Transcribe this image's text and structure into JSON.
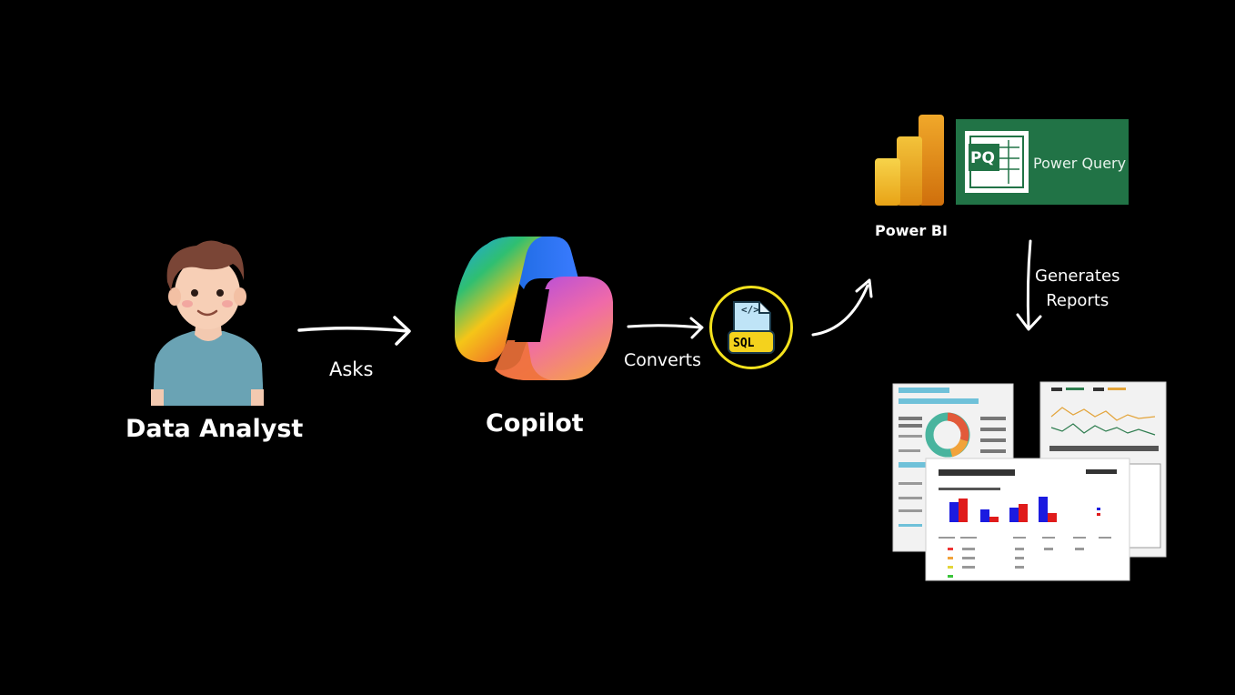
{
  "nodes": {
    "analyst": {
      "label": "Data Analyst"
    },
    "copilot": {
      "label": "Copilot"
    },
    "sql": {
      "label": "SQL",
      "code_glyph": "</>"
    },
    "powerbi": {
      "label": "Power BI"
    },
    "powerquery": {
      "badge": "PQ",
      "label": "Power Query"
    }
  },
  "edges": {
    "asks": "Asks",
    "converts": "Converts",
    "generates_line1": "Generates",
    "generates_line2": "Reports"
  },
  "colors": {
    "background": "#000000",
    "text": "#ffffff",
    "sql_ring": "#f4e21d",
    "powerquery_green": "#217346",
    "powerbi_gold": "#f2c811"
  }
}
